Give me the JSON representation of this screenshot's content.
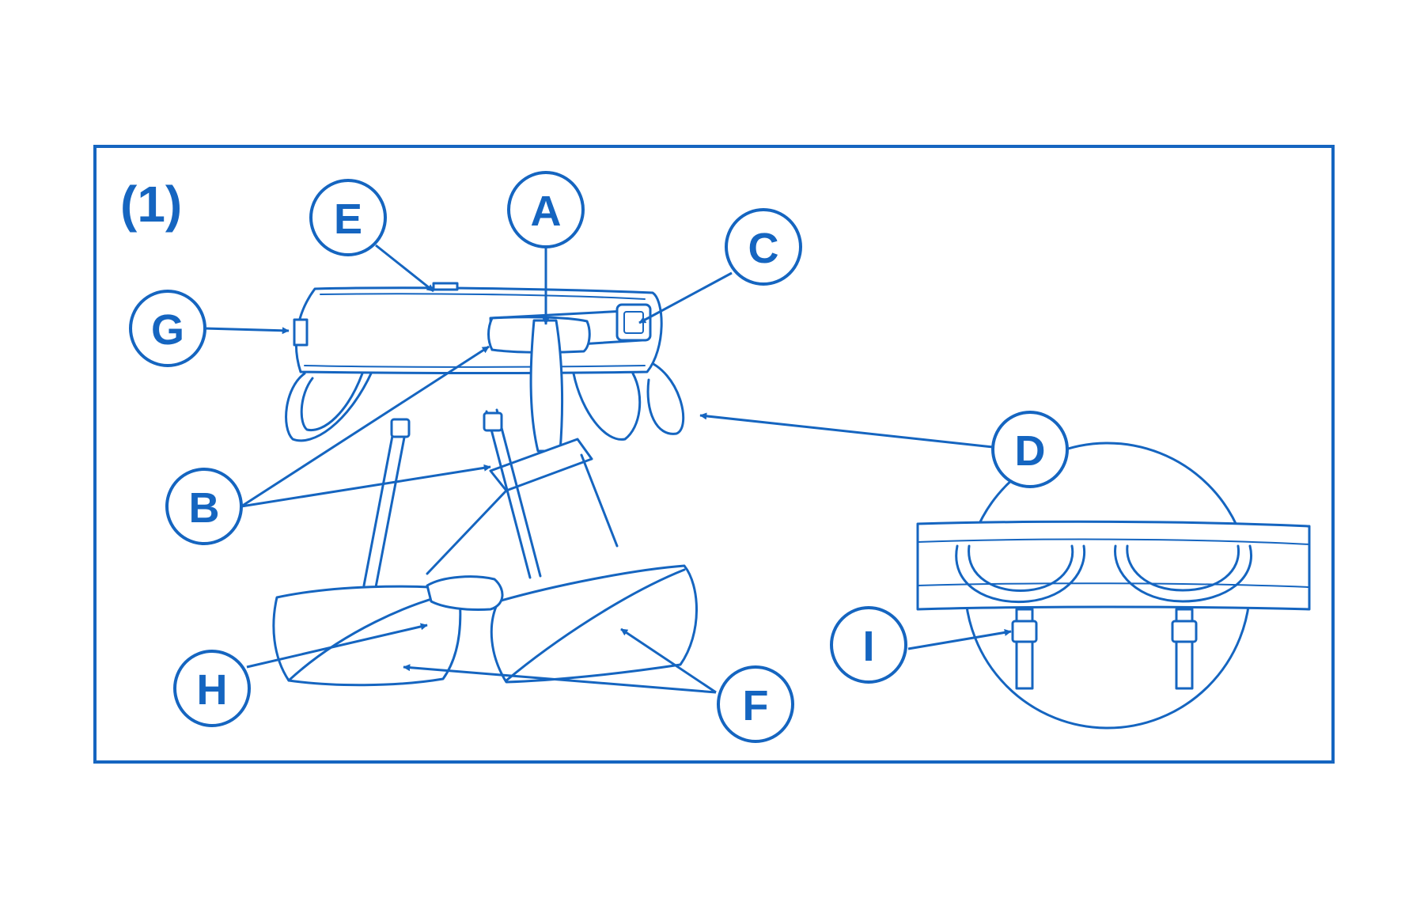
{
  "figure": {
    "number": "(1)",
    "accent_color": "#1565c0",
    "background_color": "#ffffff"
  },
  "callouts": {
    "A": "A",
    "B": "B",
    "C": "C",
    "D": "D",
    "E": "E",
    "F": "F",
    "G": "G",
    "H": "H",
    "I": "I"
  }
}
